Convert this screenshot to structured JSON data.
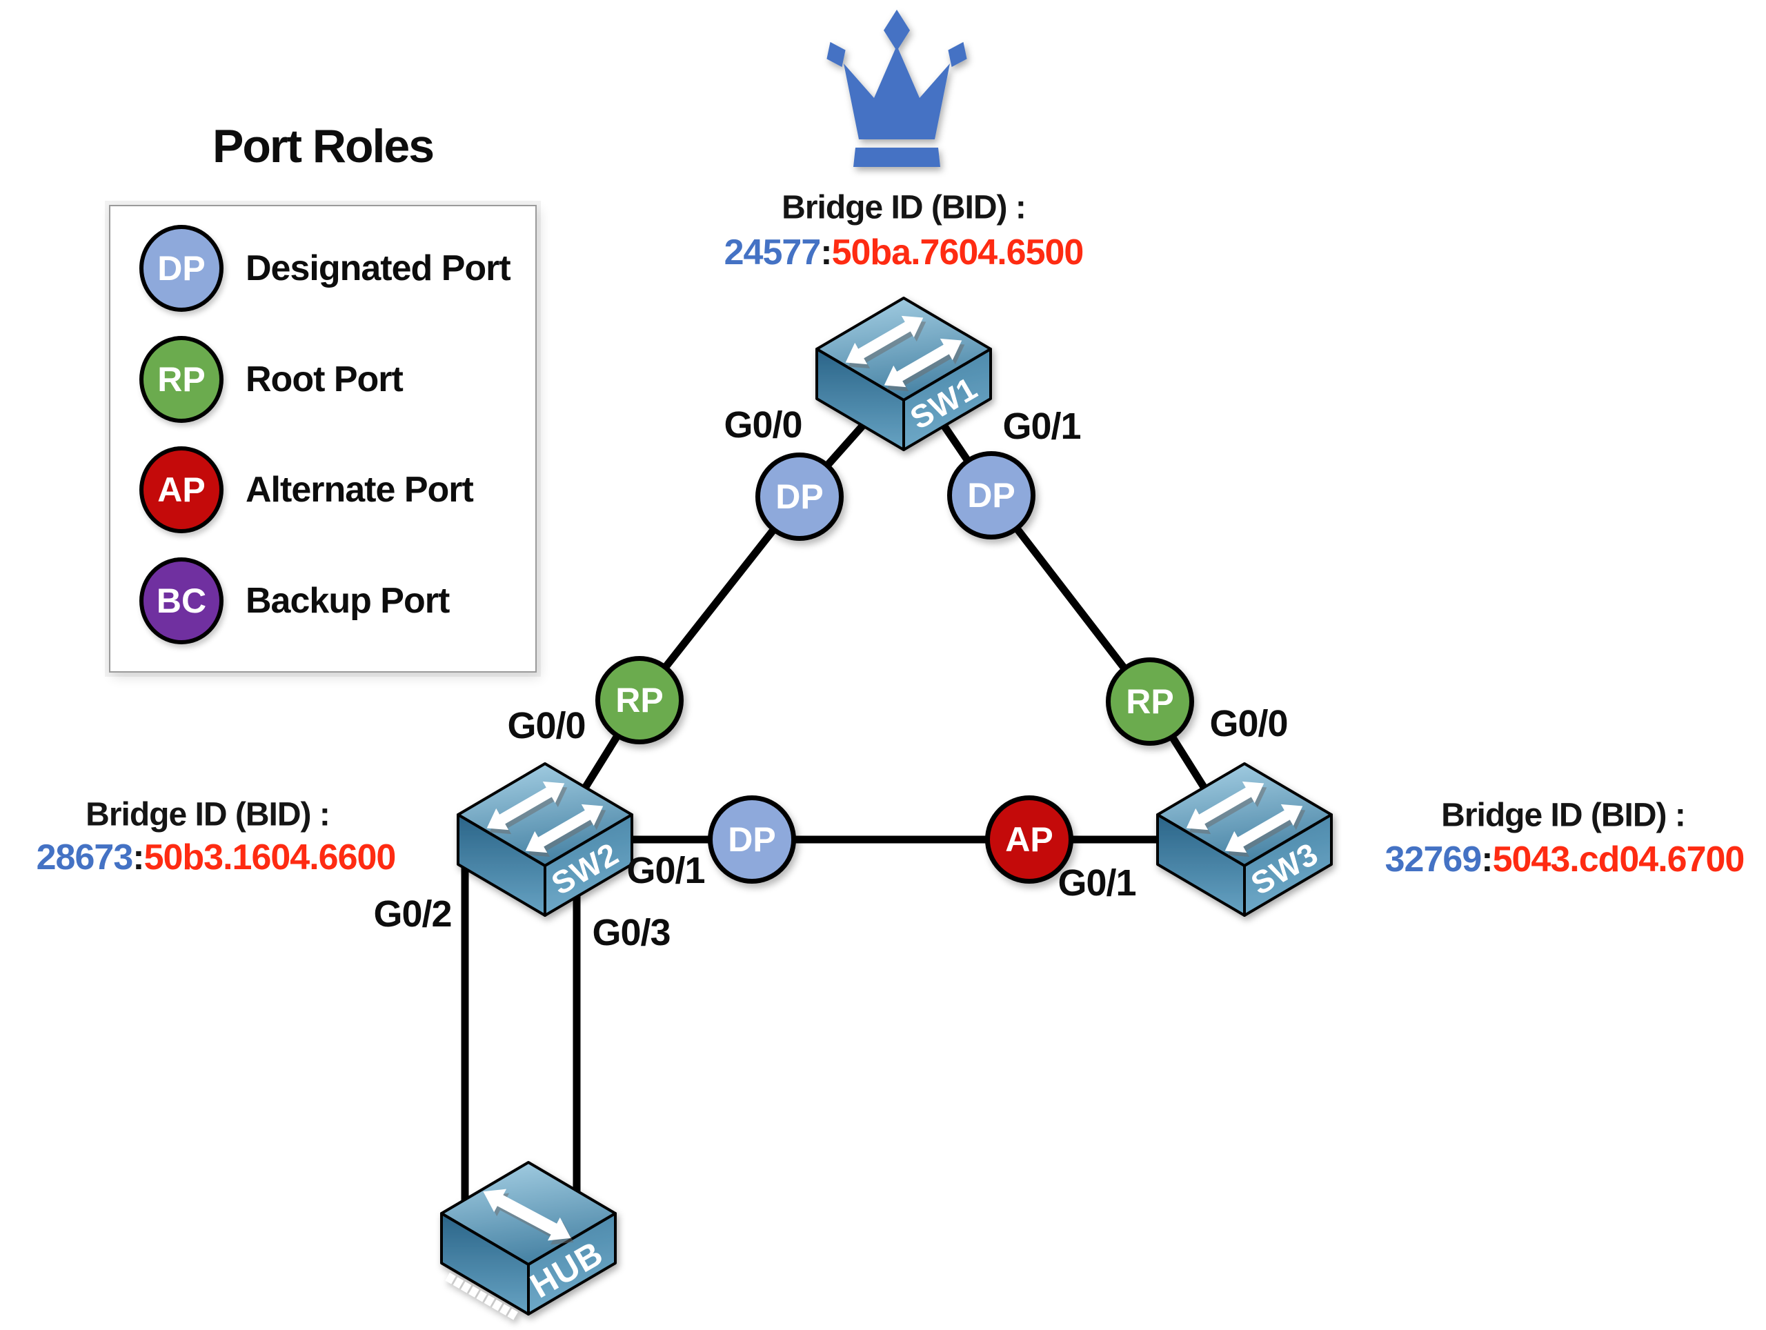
{
  "legend": {
    "title": "Port Roles",
    "items": [
      {
        "abbr": "DP",
        "label": "Designated Port"
      },
      {
        "abbr": "RP",
        "label": "Root Port"
      },
      {
        "abbr": "AP",
        "label": "Alternate Port"
      },
      {
        "abbr": "BC",
        "label": "Backup Port"
      }
    ]
  },
  "devices": {
    "sw1": {
      "name": "SW1",
      "bid_label": "Bridge ID (BID) :",
      "priority": "24577",
      "separator": ":",
      "mac": "50ba.7604.6500"
    },
    "sw2": {
      "name": "SW2",
      "bid_label": "Bridge ID (BID) :",
      "priority": "28673",
      "separator": ":",
      "mac": "50b3.1604.6600"
    },
    "sw3": {
      "name": "SW3",
      "bid_label": "Bridge ID (BID) :",
      "priority": "32769",
      "separator": ":",
      "mac": "5043.cd04.6700"
    },
    "hub": {
      "name": "HUB"
    }
  },
  "ports": {
    "sw1_g00": {
      "label": "G0/0",
      "role": "DP"
    },
    "sw1_g01": {
      "label": "G0/1",
      "role": "DP"
    },
    "sw2_g00": {
      "label": "G0/0",
      "role": "RP"
    },
    "sw2_g01": {
      "label": "G0/1",
      "role": "DP"
    },
    "sw2_g02": {
      "label": "G0/2"
    },
    "sw2_g03": {
      "label": "G0/3"
    },
    "sw3_g00": {
      "label": "G0/0",
      "role": "RP"
    },
    "sw3_g01": {
      "label": "G0/1",
      "role": "AP"
    }
  },
  "colors": {
    "designated_port": "#8EA9DB",
    "root_port": "#6BAB4E",
    "alternate_port": "#C40A0A",
    "backup_port": "#7030A0",
    "priority_blue": "#4472C4",
    "mac_orange": "#FE2B12",
    "crown_blue": "#4472C4"
  }
}
